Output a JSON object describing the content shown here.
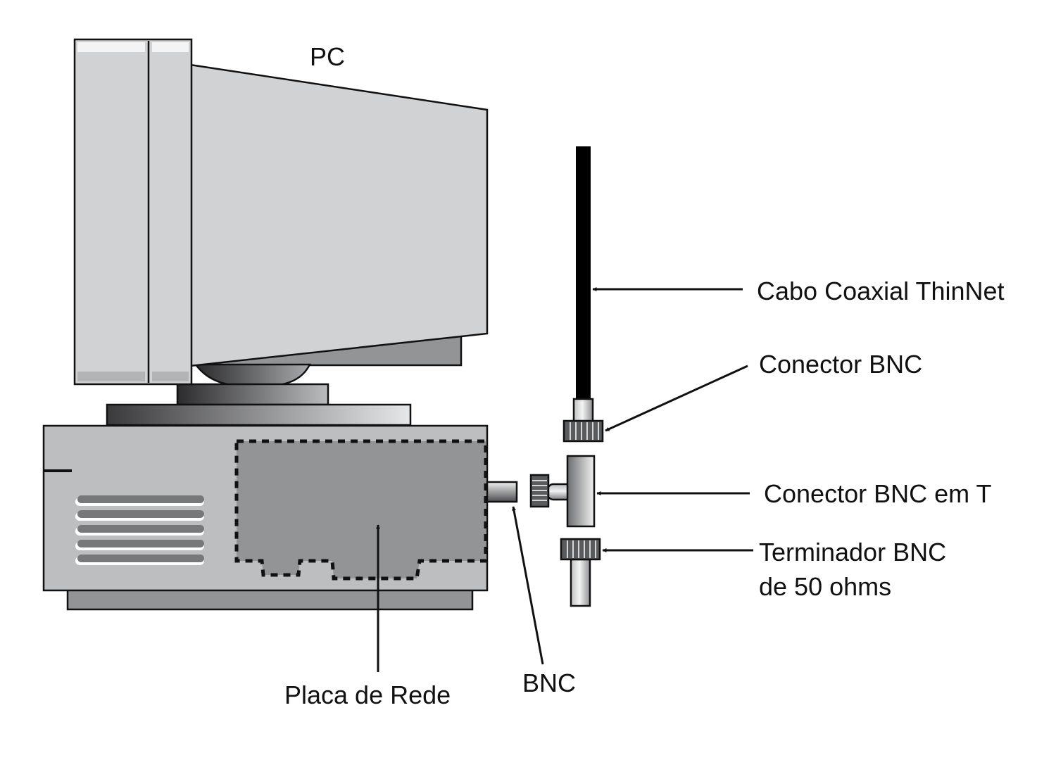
{
  "title": "PC",
  "labels": {
    "pc": "PC",
    "cable": "Cabo Coaxial ThinNet",
    "bnc_connector": "Conector BNC",
    "t_connector": "Conector BNC em T",
    "terminator_line1": "Terminador BNC",
    "terminator_line2": "de 50 ohms",
    "network_card": "Placa de Rede",
    "bnc_port": "BNC"
  },
  "colors": {
    "case_gray": "#bdbec0",
    "monitor_gray": "#d1d2d4",
    "card_gray": "#939496",
    "vent_gray": "#77787a",
    "base_gray": "#939496",
    "cable_black": "#000000",
    "outline": "#111111"
  }
}
